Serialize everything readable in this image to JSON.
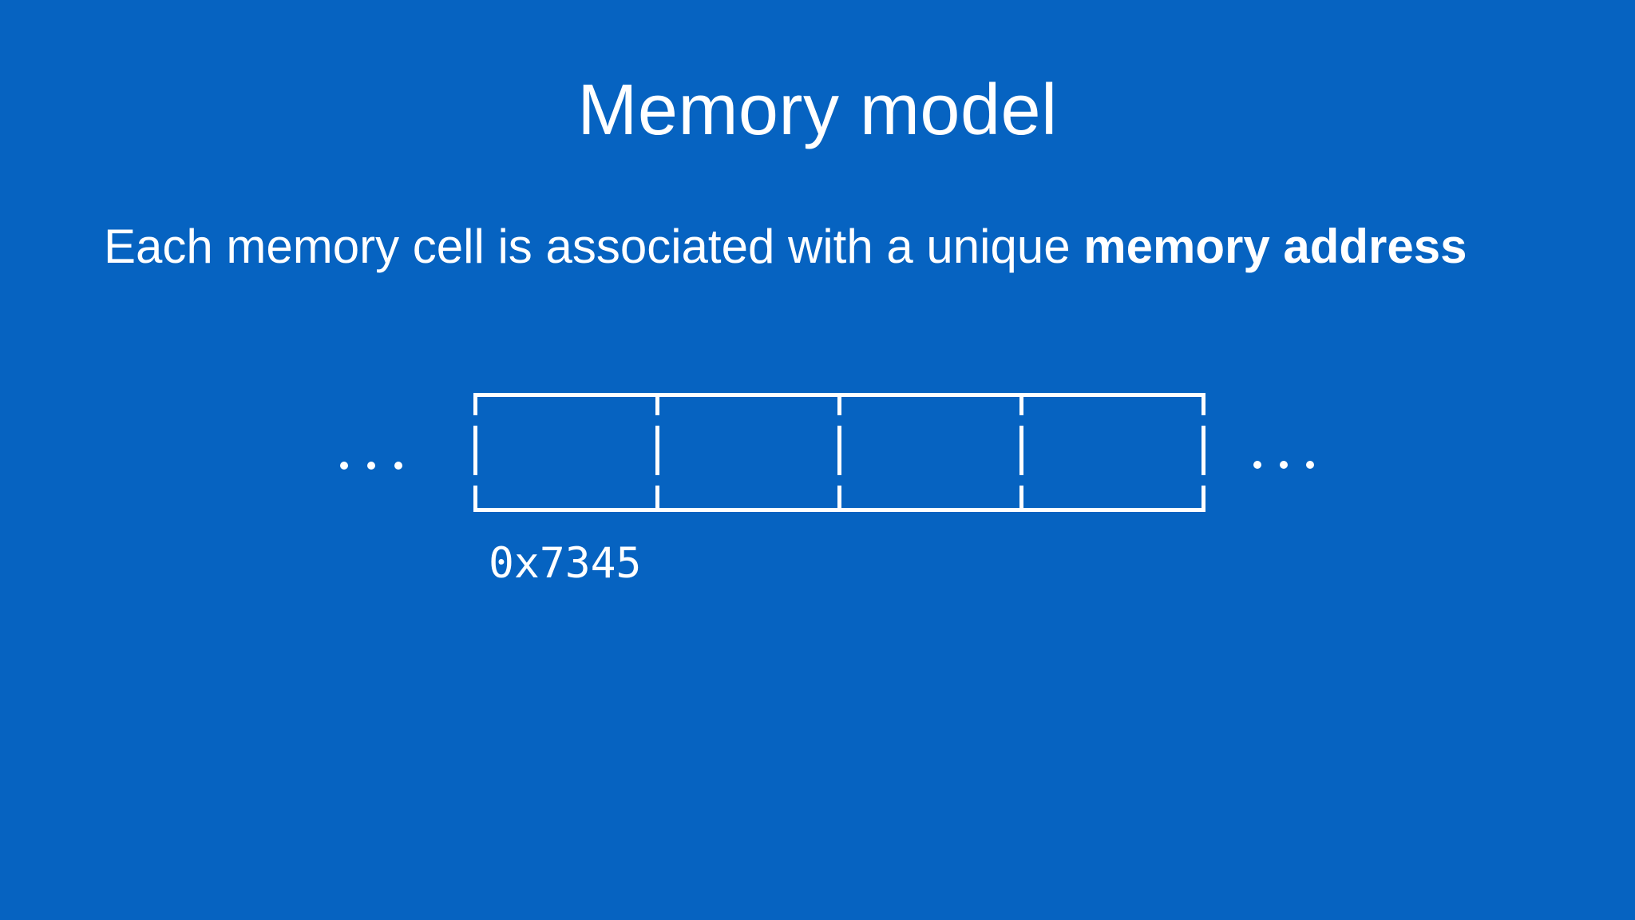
{
  "slide": {
    "title": "Memory model",
    "body": {
      "text_regular": "Each memory cell is associated with a unique ",
      "text_bold": "memory address"
    },
    "diagram": {
      "cells": [
        "",
        "",
        "",
        ""
      ],
      "ellipsis_dot_count": 3,
      "address_label": "0x7345"
    },
    "colors": {
      "background": "#0663C1",
      "foreground": "#FFFFFF"
    }
  }
}
